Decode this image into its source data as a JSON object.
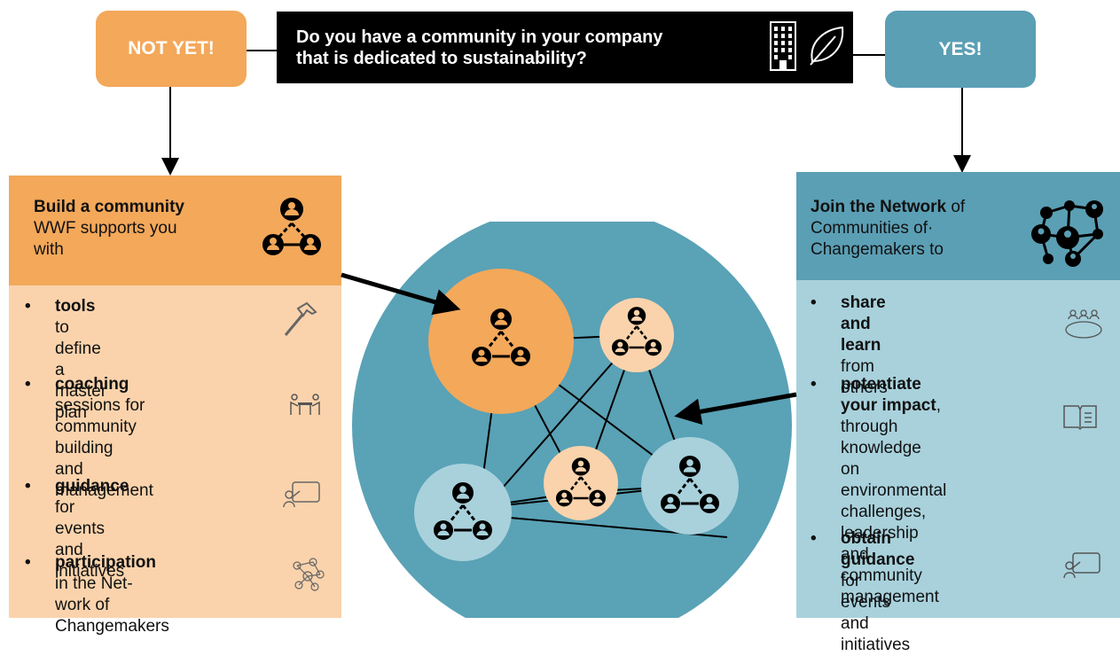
{
  "question": {
    "line1": "Do you have a community in your company",
    "line2": "that is dedicated to sustainability?"
  },
  "no_label": "NOT YET!",
  "yes_label": "YES!",
  "left": {
    "head_bold": "Build a community",
    "head_line2": "WWF supports you",
    "head_line3": "with",
    "items": [
      {
        "bold": "tools",
        "rest": " to define a",
        "line2": "master plan",
        "line3": ""
      },
      {
        "bold": "coaching",
        "rest": " sessions for",
        "line2": "community building",
        "line3": "and management"
      },
      {
        "bold": "guidance",
        "rest": " for events",
        "line2": "and initiatives",
        "line3": ""
      },
      {
        "bold": "participation",
        "rest": " in the Net-",
        "line2": "work of Changemakers",
        "line3": ""
      }
    ]
  },
  "right": {
    "head_bold": "Join the Network",
    "head_rest": " of",
    "head_line2": "Communities of·",
    "head_line3": "Changemakers to",
    "items": [
      {
        "bold": "share and learn",
        "rest": " from",
        "lines": [
          "others"
        ]
      },
      {
        "bold": "potentiate your impact",
        "rest": ",",
        "lines": [
          "through knowledge",
          "on environmental",
          "challenges, leadership and",
          "community management"
        ]
      },
      {
        "bold": "obtain guidance",
        "rest": " for events",
        "lines": [
          "and initiatives"
        ]
      }
    ]
  },
  "colors": {
    "orange": "#F3A85A",
    "light_orange": "#FAD3AC",
    "teal": "#5B9FB5",
    "light_teal": "#A8D1DC",
    "big_circle": "#5AA2B6",
    "black": "#000000"
  }
}
